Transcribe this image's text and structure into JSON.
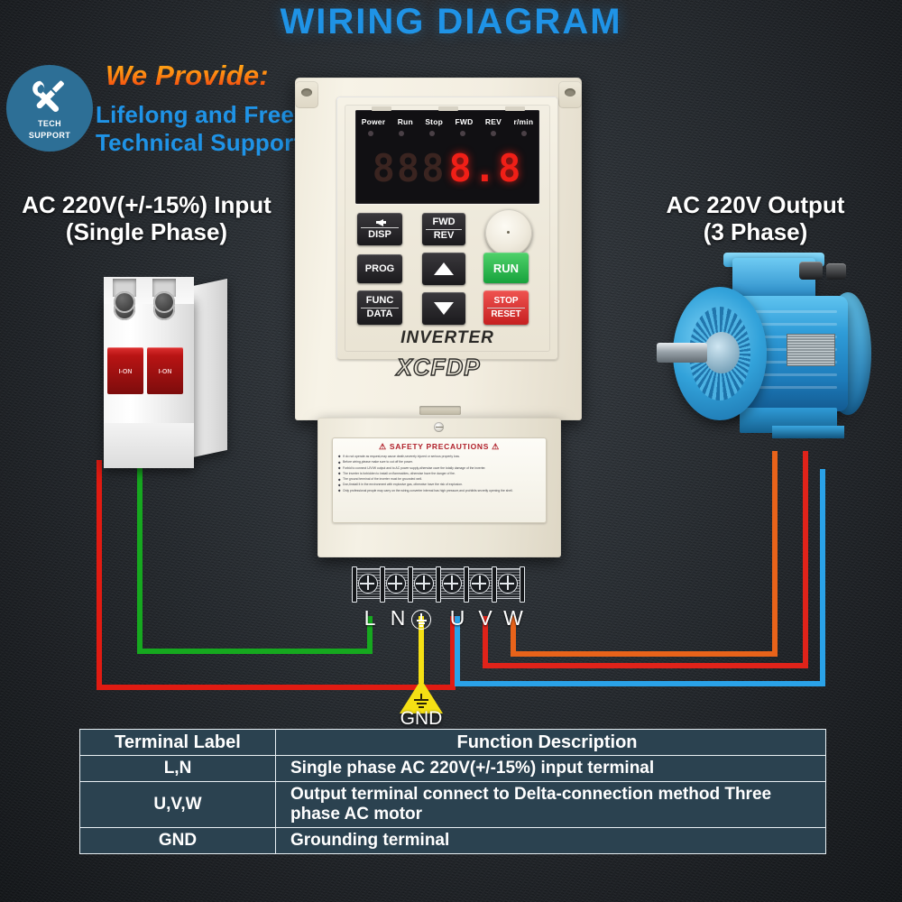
{
  "title": "WIRING DIAGRAM",
  "badge": {
    "line1": "TECH",
    "line2": "SUPPORT",
    "icon": "wrench-screwdriver-icon"
  },
  "promo": {
    "heading": "We Provide:",
    "line1": "Lifelong and Free",
    "line2": "Technical Support"
  },
  "captions": {
    "left_line1": "AC 220V(+/-15%) Input",
    "left_line2": "(Single Phase)",
    "right_line1": "AC 220V Output",
    "right_line2": "(3 Phase)"
  },
  "inverter": {
    "brand": "XCFDP",
    "word": "INVERTER",
    "leds": [
      "Power",
      "Run",
      "Stop",
      "FWD",
      "REV",
      "r/min"
    ],
    "display_dim": "888",
    "display_lit": "8.8",
    "keys": {
      "disp": "DISP",
      "fwd": "FWD",
      "rev": "REV",
      "prog": "PROG",
      "func": "FUNC",
      "data": "DATA",
      "run": "RUN",
      "stop": "STOP",
      "reset": "RESET",
      "up": "up-arrow",
      "down": "down-arrow"
    },
    "safety": {
      "title": "SAFETY PRECAUTIONS",
      "items": [
        "If do not operate as request,may cause death,severely injured or serious property loss.",
        "Before wiring,please make sure to cut off the power.",
        "Forbid to connect U/V/W output and to AC power supply,otherwise cave the totally damage of the inverter.",
        "The inverter is forbidden to install on flammables, otherwise have the danger of fire.",
        "The ground terminal of the inverter must be grounded well.",
        "Don,tinstall it in the environment with explosive gas, otherwise have the risk of explosion.",
        "Only professional people may carry on the wiring,converter internal has high pressure,and prohibits secretly opening the shell."
      ]
    }
  },
  "terminals": {
    "labels": [
      "L",
      "N",
      "GND",
      "U",
      "V",
      "W"
    ],
    "gnd_marker_label": "GND"
  },
  "breaker": {
    "switch_label": "I-ON"
  },
  "table": {
    "headers": [
      "Terminal Label",
      "Function Description"
    ],
    "rows": [
      {
        "label": "L,N",
        "description": "Single phase AC 220V(+/-15%) input terminal"
      },
      {
        "label": "U,V,W",
        "description": "Output terminal connect to Delta-connection method Three phase AC motor"
      },
      {
        "label": "GND",
        "description": "Grounding terminal"
      }
    ]
  },
  "colors": {
    "title_blue": "#1f93e6",
    "promo_blue": "#1f93e6",
    "badge_blue": "#2d6f96",
    "wire_green": "#16a81f",
    "wire_red": "#e01b12",
    "wire_yellow": "#f5e014",
    "wire_blue": "#2aa2e8",
    "wire_darkred": "#e0231a",
    "wire_orange": "#e8631a",
    "table_bg": "#2b4250",
    "motor_blue": "#2f9cd8"
  }
}
